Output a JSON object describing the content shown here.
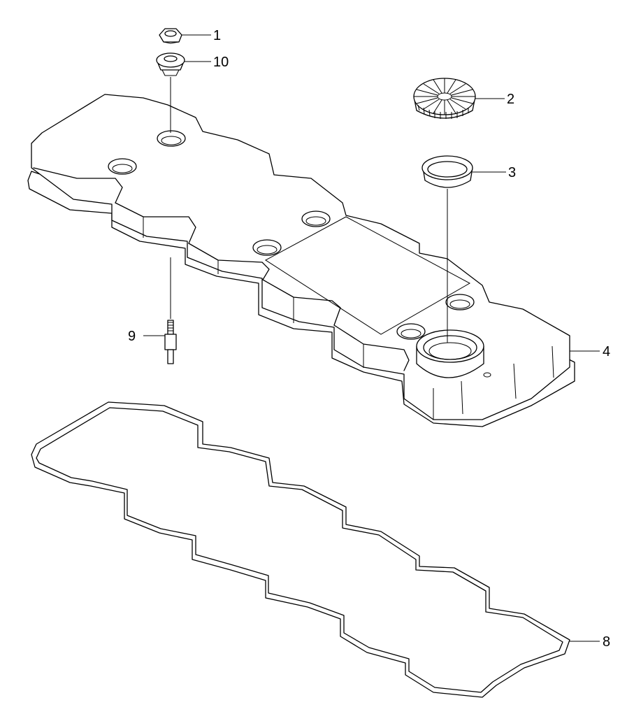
{
  "callouts": [
    {
      "id": "callout-1",
      "text": "1"
    },
    {
      "id": "callout-10",
      "text": "10"
    },
    {
      "id": "callout-2",
      "text": "2"
    },
    {
      "id": "callout-3",
      "text": "3"
    },
    {
      "id": "callout-4",
      "text": "4"
    },
    {
      "id": "callout-9",
      "text": "9"
    },
    {
      "id": "callout-8",
      "text": "8"
    }
  ],
  "colors": {
    "line": "#000000",
    "background": "#ffffff"
  }
}
